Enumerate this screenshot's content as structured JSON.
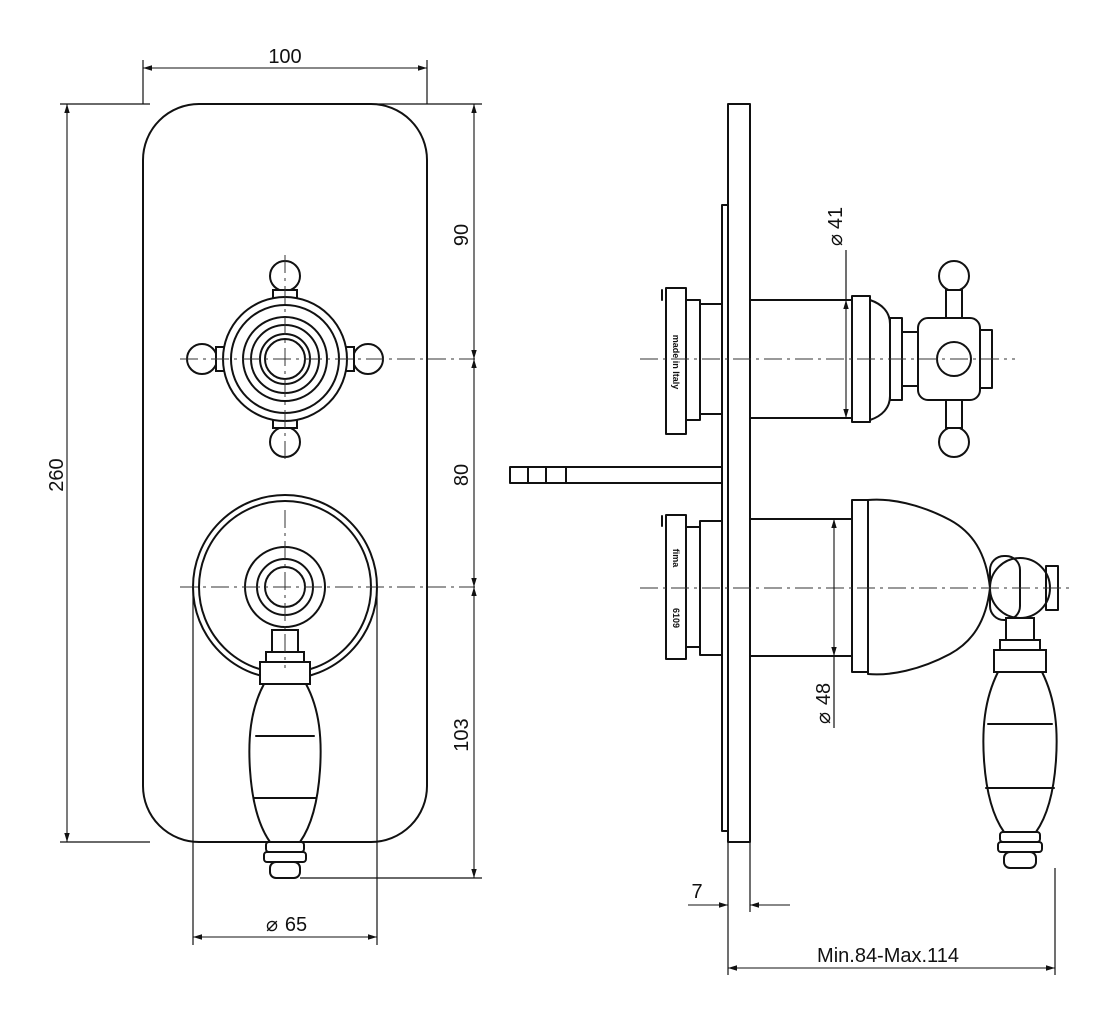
{
  "dimensions": {
    "plate_width": "100",
    "plate_height": "260",
    "upper_offset": "90",
    "mid_spacing": "80",
    "lower_offset": "103",
    "escutcheon_diameter": "65",
    "cross_handle_diameter": "41",
    "lever_body_diameter": "48",
    "plate_thickness": "7",
    "depth_range": "Min.84-Max.114"
  },
  "diameter_symbol": "⌀",
  "engravings": {
    "upper_cartridge": "made in Italy",
    "lower_brand": "fima",
    "lower_code": "6109"
  }
}
